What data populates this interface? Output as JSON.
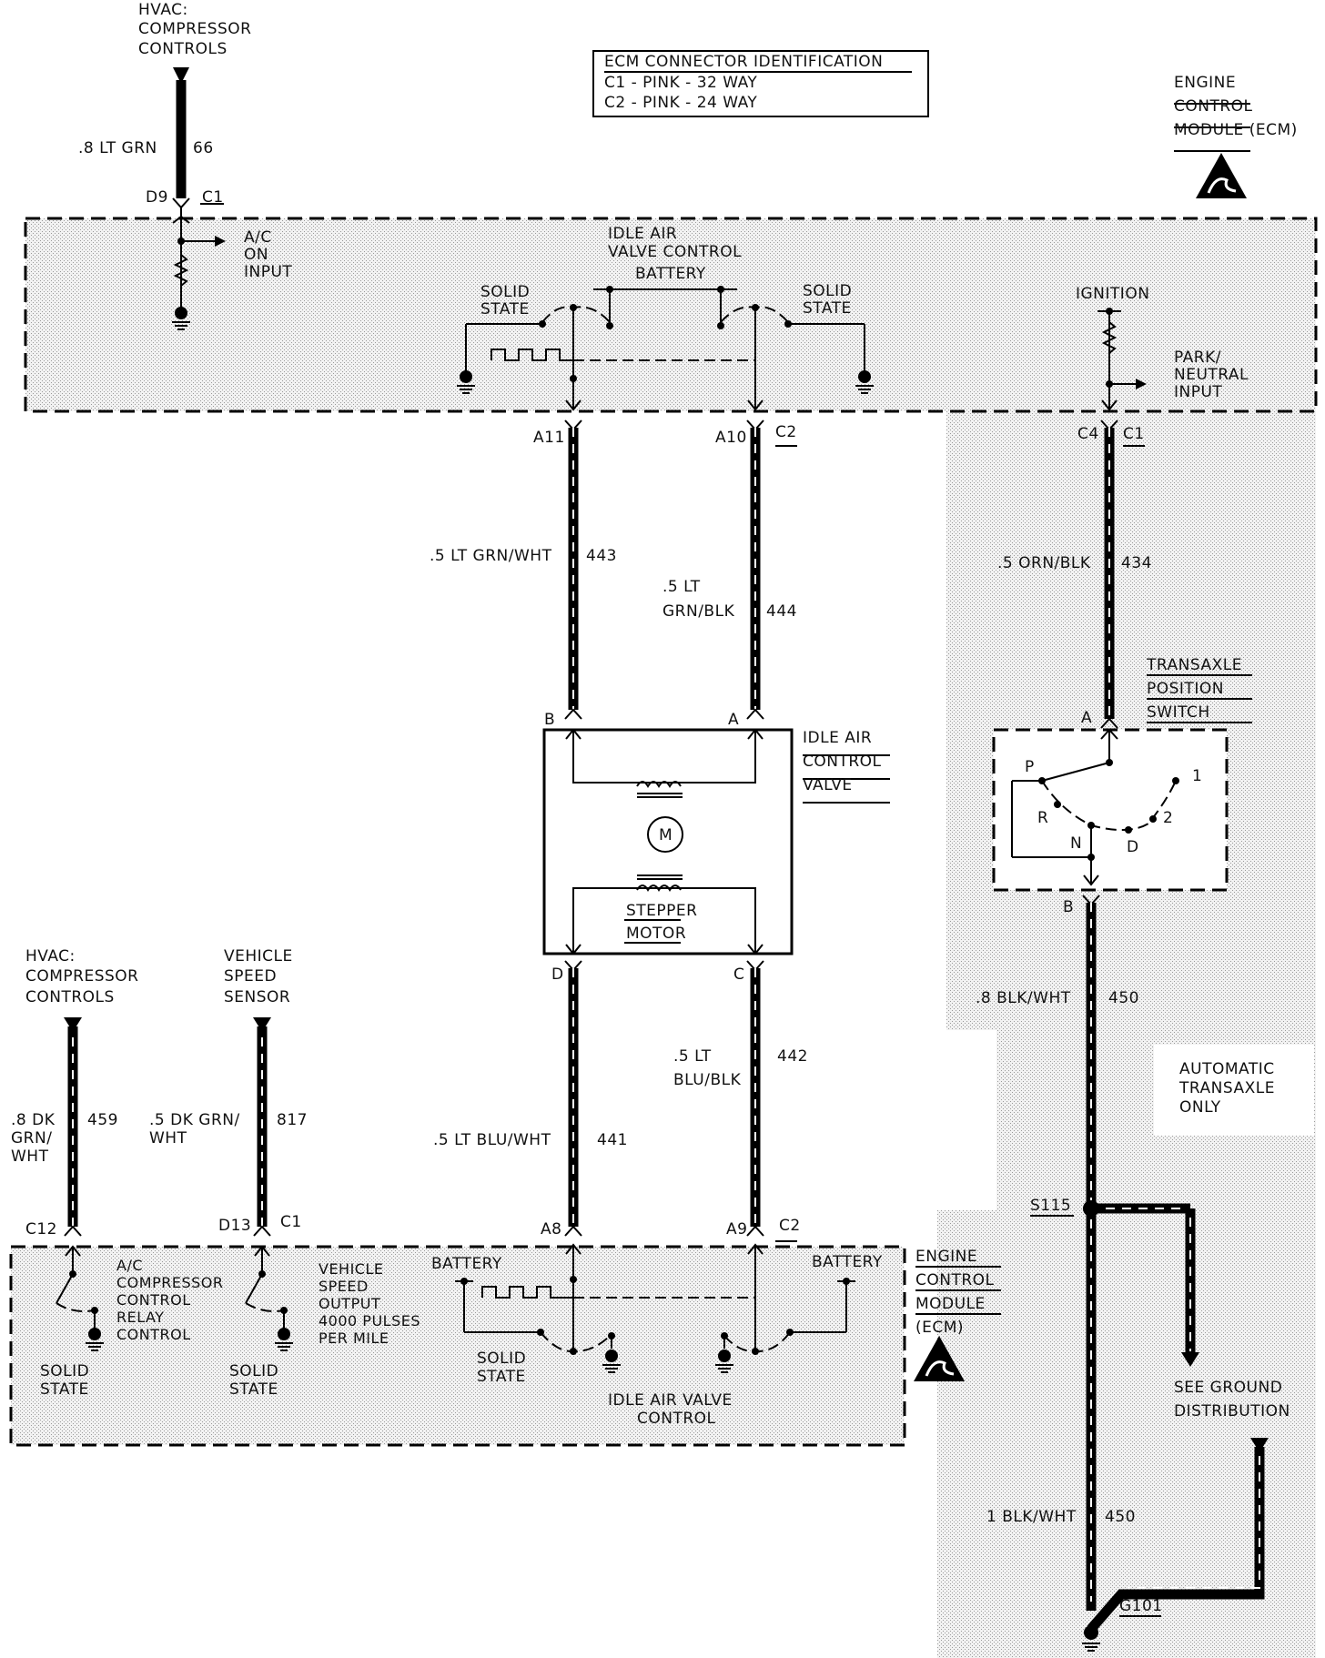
{
  "connector_id": {
    "title": "ECM CONNECTOR IDENTIFICATION",
    "line1": "C1 - PINK - 32 WAY",
    "line2": "C2 - PINK - 24 WAY"
  },
  "labels": {
    "hvac_top": [
      "HVAC:",
      "COMPRESSOR",
      "CONTROLS"
    ],
    "ecm_top": [
      "ENGINE",
      "CONTROL",
      "MODULE (ECM)"
    ],
    "wire_66": ".8 LT GRN",
    "circuit_66": "66",
    "pin_d9": "D9",
    "conn_c1_top": "C1",
    "ac_on_input": [
      "A/C",
      "ON",
      "INPUT"
    ],
    "iac_top": [
      "IDLE AIR",
      "VALVE CONTROL"
    ],
    "battery": "BATTERY",
    "solid_state": [
      "SOLID",
      "STATE"
    ],
    "ignition": "IGNITION",
    "park_neutral": [
      "PARK/",
      "NEUTRAL",
      "INPUT"
    ],
    "pin_a11": "A11",
    "pin_a10": "A10",
    "conn_c2": "C2",
    "pin_c4": "C4",
    "conn_c1": "C1",
    "wire_443": ".5 LT GRN/WHT",
    "circuit_443": "443",
    "wire_444a": ".5 LT",
    "wire_444b": "GRN/BLK",
    "circuit_444": "444",
    "wire_434": ".5 ORN/BLK",
    "circuit_434": "434",
    "tps": [
      "TRANSAXLE",
      "POSITION",
      "SWITCH"
    ],
    "pin_b": "B",
    "pin_a": "A",
    "pin_d": "D",
    "pin_c": "C",
    "iac_valve": [
      "IDLE AIR",
      "CONTROL",
      "VALVE"
    ],
    "motor_m": "M",
    "stepper": [
      "STEPPER",
      "MOTOR"
    ],
    "sw_p": "P",
    "sw_r": "R",
    "sw_n": "N",
    "sw_d": "D",
    "sw_1": "1",
    "sw_2": "2",
    "wire_450a": ".8 BLK/WHT",
    "circuit_450": "450",
    "auto_only": [
      "AUTOMATIC",
      "TRANSAXLE",
      "ONLY"
    ],
    "hvac_bottom": [
      "HVAC:",
      "COMPRESSOR",
      "CONTROLS"
    ],
    "vss": [
      "VEHICLE",
      "SPEED",
      "SENSOR"
    ],
    "wire_459": [
      ".8 DK",
      "GRN/",
      "WHT"
    ],
    "circuit_459": "459",
    "wire_817": [
      ".5 DK GRN/",
      "WHT"
    ],
    "circuit_817": "817",
    "wire_442a": ".5 LT",
    "wire_442b": "BLU/BLK",
    "circuit_442": "442",
    "wire_441": ".5 LT BLU/WHT",
    "circuit_441": "441",
    "pin_c12": "C12",
    "pin_d13": "D13",
    "pin_a8": "A8",
    "pin_a9": "A9",
    "ac_relay": [
      "A/C",
      "COMPRESSOR",
      "CONTROL",
      "RELAY",
      "CONTROL"
    ],
    "vs_output": [
      "VEHICLE",
      "SPEED",
      "OUTPUT",
      "4000 PULSES",
      "PER MILE"
    ],
    "ecm_bottom": [
      "ENGINE",
      "CONTROL",
      "MODULE",
      "(ECM)"
    ],
    "iac_bottom": [
      "IDLE AIR VALVE",
      "CONTROL"
    ],
    "splice": "S115",
    "see_ground": [
      "SEE GROUND",
      "DISTRIBUTION"
    ],
    "wire_450b": "1 BLK/WHT",
    "ground": "G101"
  }
}
